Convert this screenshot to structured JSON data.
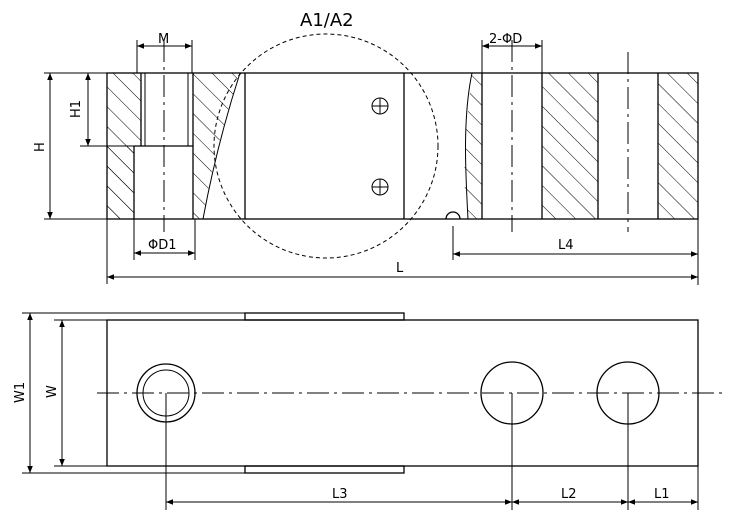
{
  "callouts": {
    "detail": "A1/A2",
    "m": "M",
    "two_phi_d": "2-ΦD",
    "h1": "H1",
    "h": "H",
    "phi_d1": "ΦD1",
    "l4": "L4",
    "l": "L",
    "w1": "W1",
    "w": "W",
    "l3": "L3",
    "l2": "L2",
    "l1": "L1"
  }
}
